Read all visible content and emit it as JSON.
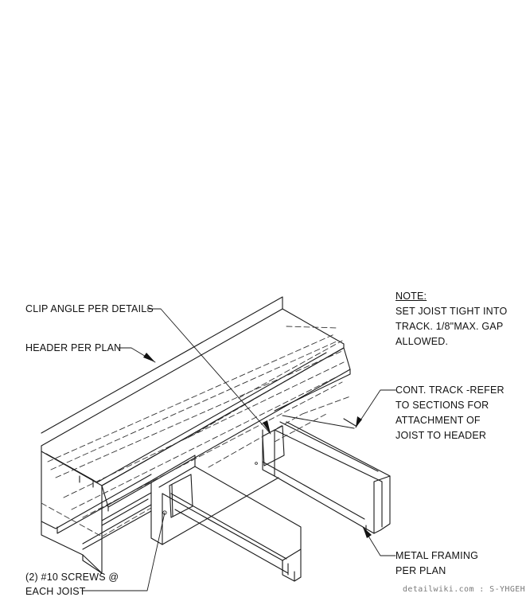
{
  "labels": {
    "clip_angle": "CLIP ANGLE PER DETAILS",
    "header": "HEADER PER PLAN",
    "screws_line1": "(2) #10 SCREWS @",
    "screws_line2": "EACH JOIST",
    "track_line1": "CONT. TRACK -REFER",
    "track_line2": "TO SECTIONS FOR",
    "track_line3": "ATTACHMENT OF",
    "track_line4": "JOIST TO HEADER",
    "framing_line1": "METAL FRAMING",
    "framing_line2": "PER PLAN"
  },
  "note": {
    "heading": "NOTE:",
    "line1": "SET JOIST TIGHT INTO",
    "line2": "TRACK. 1/8\"MAX. GAP",
    "line3": "ALLOWED."
  },
  "watermark": "detailwiki.com : S-YHGEH"
}
